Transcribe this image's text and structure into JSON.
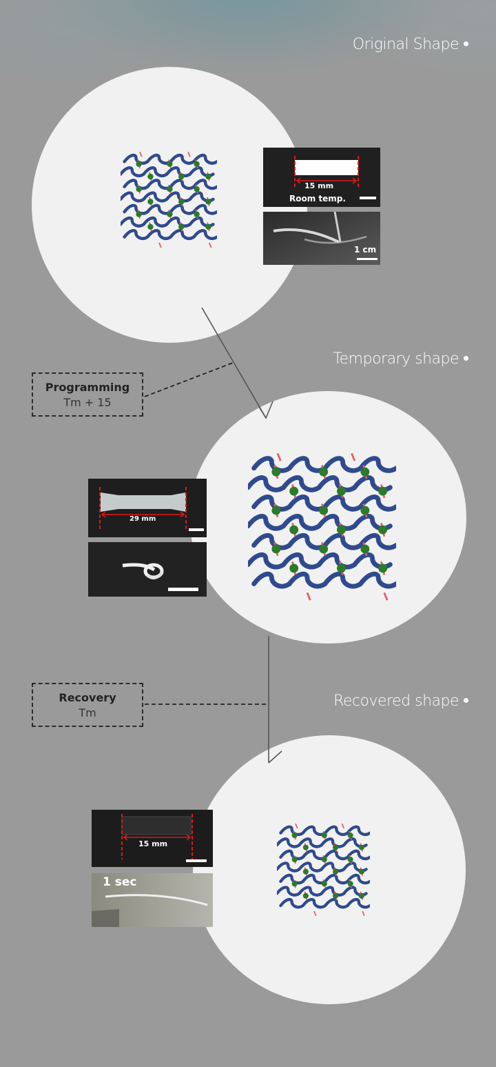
{
  "stages": {
    "original": {
      "label": "Original Shape"
    },
    "temporary": {
      "label": "Temporary shape"
    },
    "recovered": {
      "label": "Recovered shape"
    }
  },
  "processes": {
    "programming": {
      "title": "Programming",
      "temperature": "Tm + 15"
    },
    "recovery": {
      "title": "Recovery",
      "temperature": "Tm"
    }
  },
  "photos": {
    "original_top": {
      "measure": "15 mm",
      "condition": "Room temp."
    },
    "original_bottom": {
      "scale": "1 cm"
    },
    "temporary_top": {
      "measure": "29 mm"
    },
    "recovered_top": {
      "measure": "15 mm"
    },
    "recovered_bottom": {
      "time": "1 sec"
    }
  },
  "colors": {
    "chain": "#2f4a8e",
    "crosslink_node": "#2c7a2a",
    "crosslink_bond": "#e06060",
    "measure_line": "#e01818",
    "circle": "#f1f1f1",
    "background": "#9a9a9a"
  }
}
